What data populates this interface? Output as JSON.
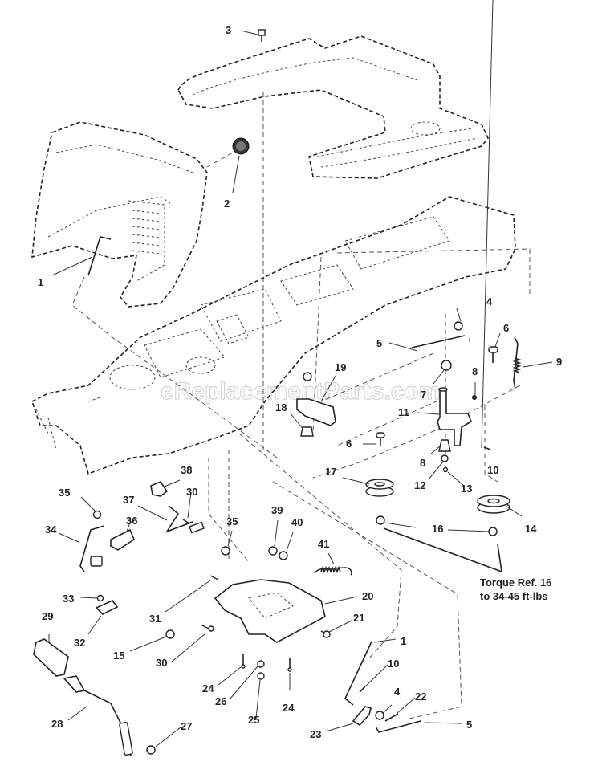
{
  "diagram": {
    "type": "exploded-parts-view",
    "watermark": "eReplacementParts.com",
    "note": {
      "line1": "Torque Ref. 16",
      "line2": "to 34-45 ft-lbs"
    },
    "callouts": [
      {
        "id": "c1a",
        "label": "1"
      },
      {
        "id": "c2",
        "label": "2"
      },
      {
        "id": "c3",
        "label": "3"
      },
      {
        "id": "c4a",
        "label": "4"
      },
      {
        "id": "c5a",
        "label": "5"
      },
      {
        "id": "c6a",
        "label": "6"
      },
      {
        "id": "c7",
        "label": "7"
      },
      {
        "id": "c8a",
        "label": "8"
      },
      {
        "id": "c9",
        "label": "9"
      },
      {
        "id": "c19",
        "label": "19"
      },
      {
        "id": "c18",
        "label": "18"
      },
      {
        "id": "c11",
        "label": "11"
      },
      {
        "id": "c6b",
        "label": "6"
      },
      {
        "id": "c8b",
        "label": "8"
      },
      {
        "id": "c10a",
        "label": "10"
      },
      {
        "id": "c17",
        "label": "17"
      },
      {
        "id": "c12",
        "label": "12"
      },
      {
        "id": "c13",
        "label": "13"
      },
      {
        "id": "c14",
        "label": "14"
      },
      {
        "id": "c16",
        "label": "16"
      },
      {
        "id": "c38",
        "label": "38"
      },
      {
        "id": "c30a",
        "label": "30"
      },
      {
        "id": "c35a",
        "label": "35"
      },
      {
        "id": "c37",
        "label": "37"
      },
      {
        "id": "c36",
        "label": "36"
      },
      {
        "id": "c34",
        "label": "34"
      },
      {
        "id": "c35b",
        "label": "35"
      },
      {
        "id": "c39",
        "label": "39"
      },
      {
        "id": "c40",
        "label": "40"
      },
      {
        "id": "c41",
        "label": "41"
      },
      {
        "id": "c20",
        "label": "20"
      },
      {
        "id": "c33",
        "label": "33"
      },
      {
        "id": "c31",
        "label": "31"
      },
      {
        "id": "c32",
        "label": "32"
      },
      {
        "id": "c21",
        "label": "21"
      },
      {
        "id": "c29",
        "label": "29"
      },
      {
        "id": "c15",
        "label": "15"
      },
      {
        "id": "c30b",
        "label": "30"
      },
      {
        "id": "c1b",
        "label": "1"
      },
      {
        "id": "c10b",
        "label": "10"
      },
      {
        "id": "c24a",
        "label": "24"
      },
      {
        "id": "c26",
        "label": "26"
      },
      {
        "id": "c24b",
        "label": "24"
      },
      {
        "id": "c25",
        "label": "25"
      },
      {
        "id": "c4b",
        "label": "4"
      },
      {
        "id": "c22",
        "label": "22"
      },
      {
        "id": "c28",
        "label": "28"
      },
      {
        "id": "c27",
        "label": "27"
      },
      {
        "id": "c23",
        "label": "23"
      },
      {
        "id": "c5b",
        "label": "5"
      }
    ]
  }
}
